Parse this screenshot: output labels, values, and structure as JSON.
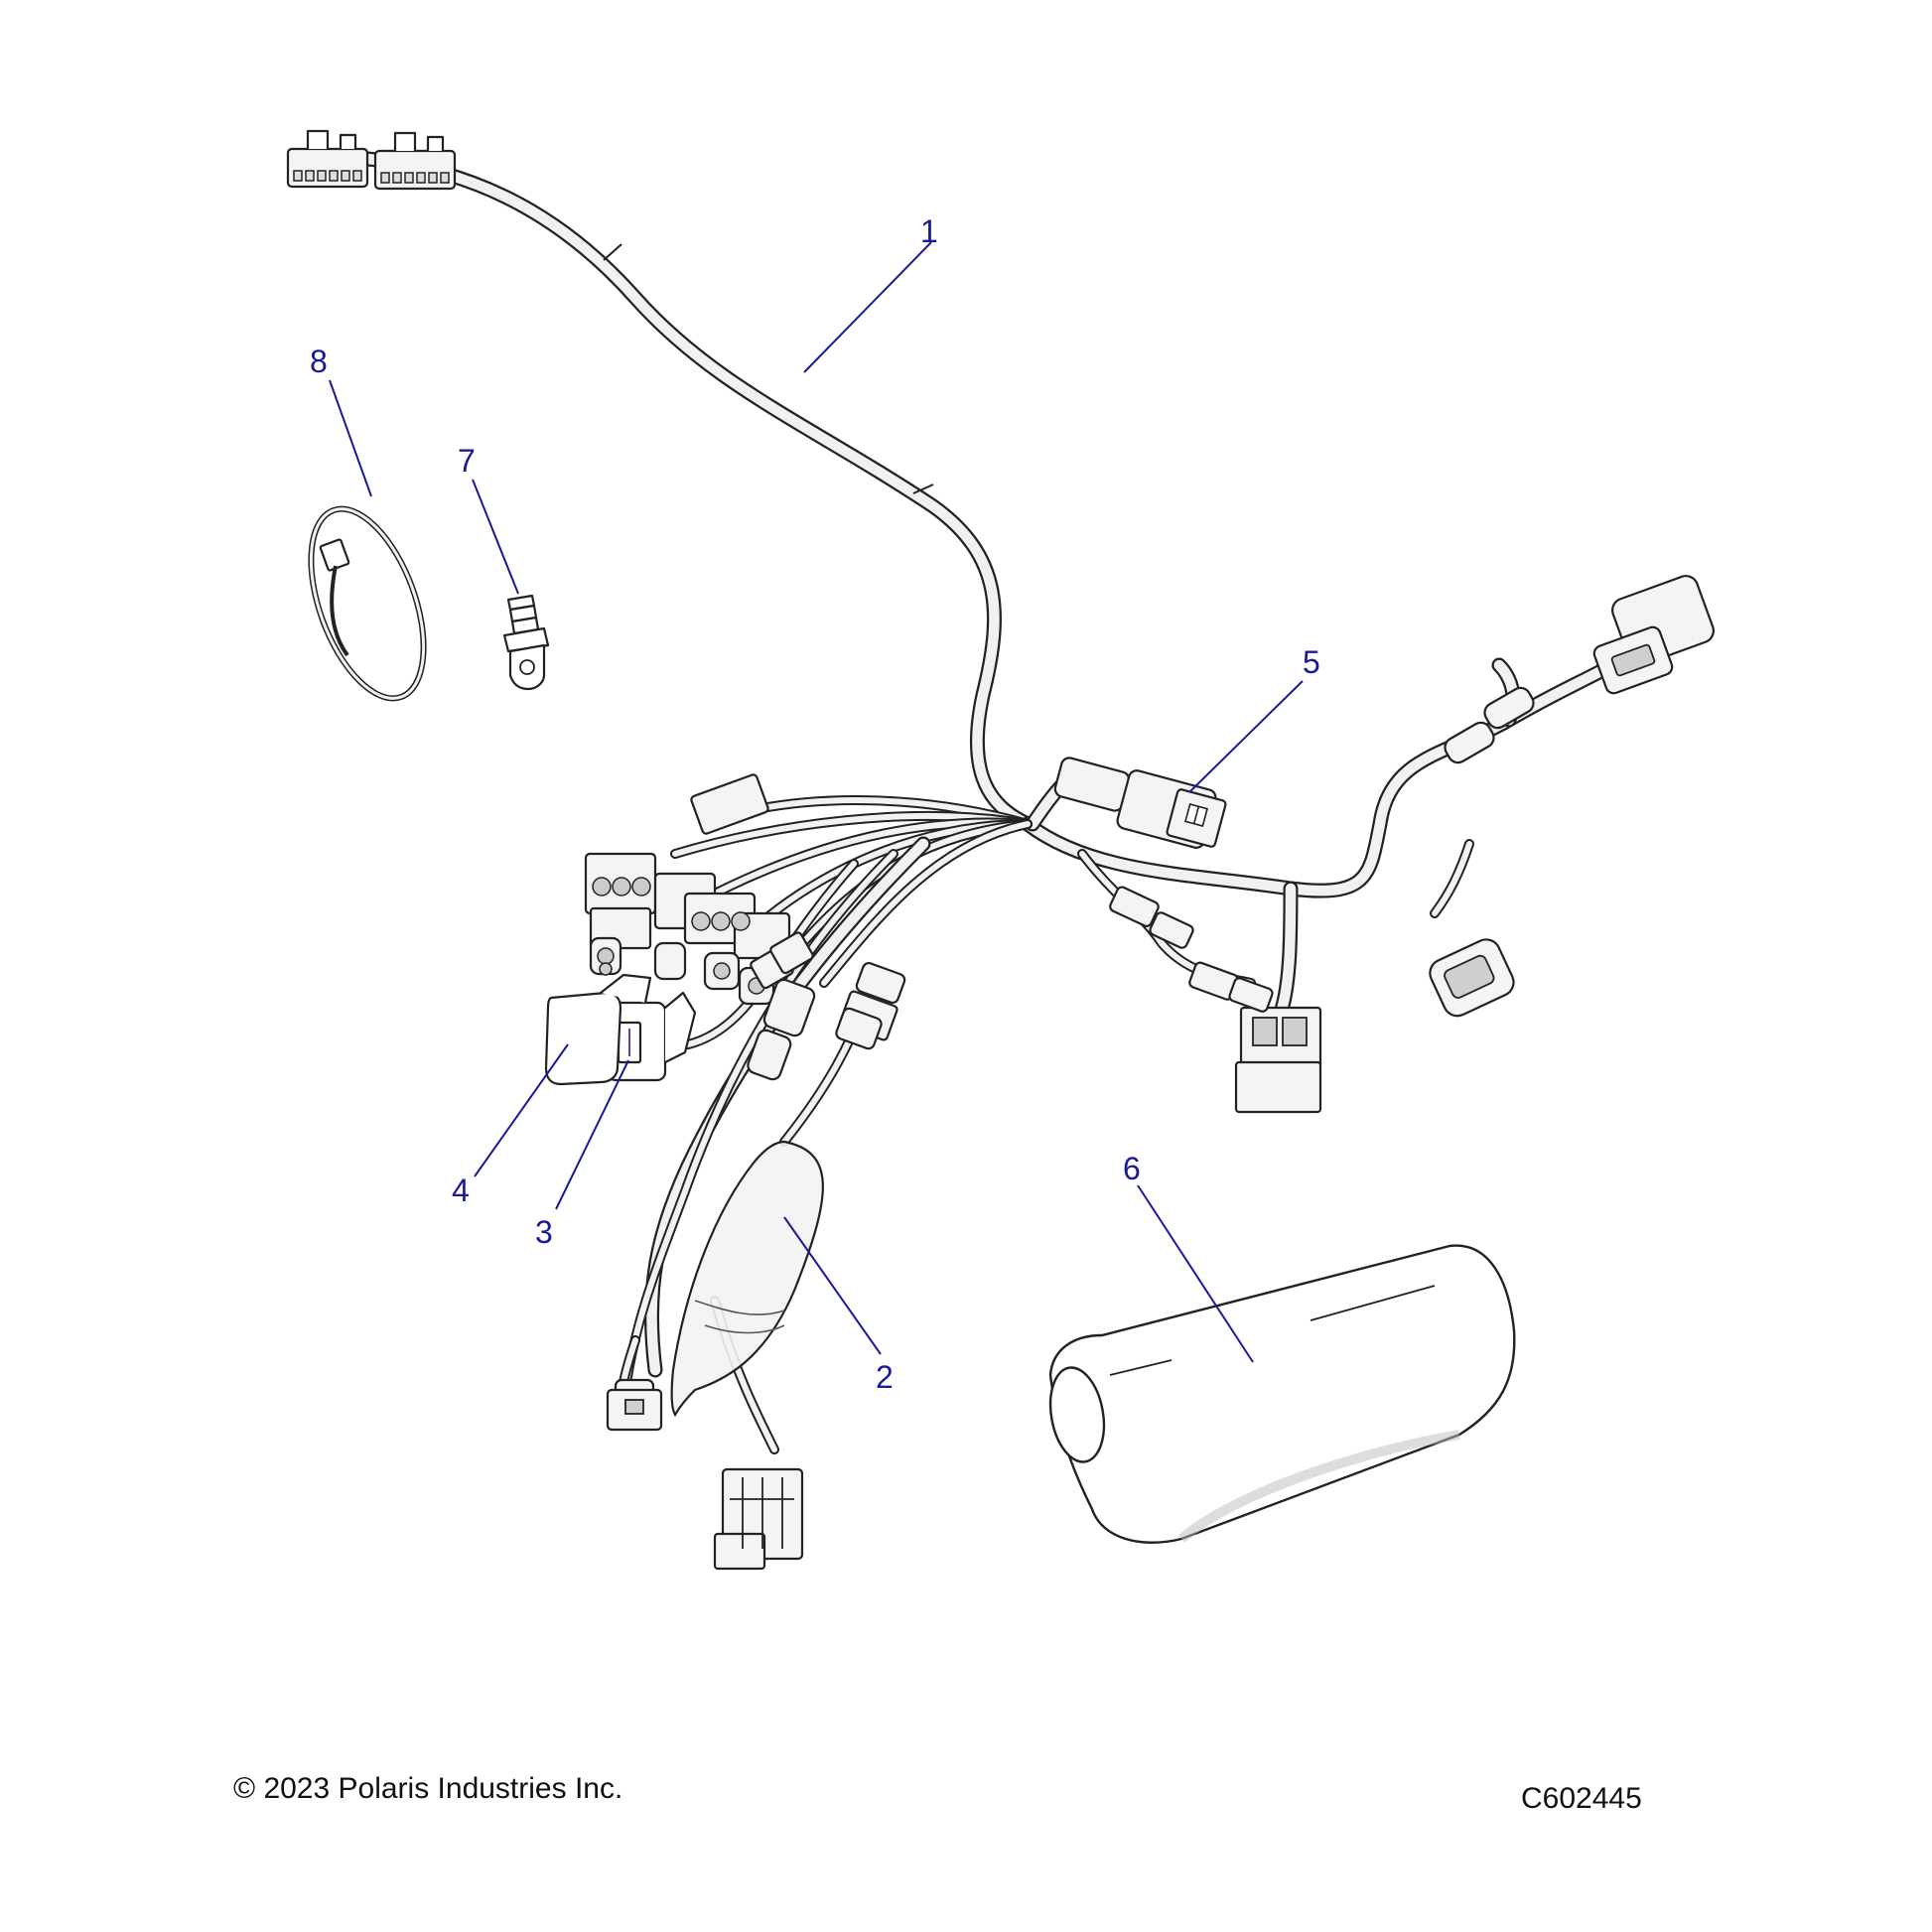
{
  "callouts": [
    {
      "id": "1",
      "label": "1"
    },
    {
      "id": "2",
      "label": "2"
    },
    {
      "id": "3",
      "label": "3"
    },
    {
      "id": "4",
      "label": "4"
    },
    {
      "id": "5",
      "label": "5"
    },
    {
      "id": "6",
      "label": "6"
    },
    {
      "id": "7",
      "label": "7"
    },
    {
      "id": "8",
      "label": "8"
    }
  ],
  "footer": {
    "copyright": "© 2023 Polaris Industries Inc.",
    "figure_id": "C602445"
  },
  "colors": {
    "callout": "#1a1a99",
    "linework": "#222222"
  }
}
